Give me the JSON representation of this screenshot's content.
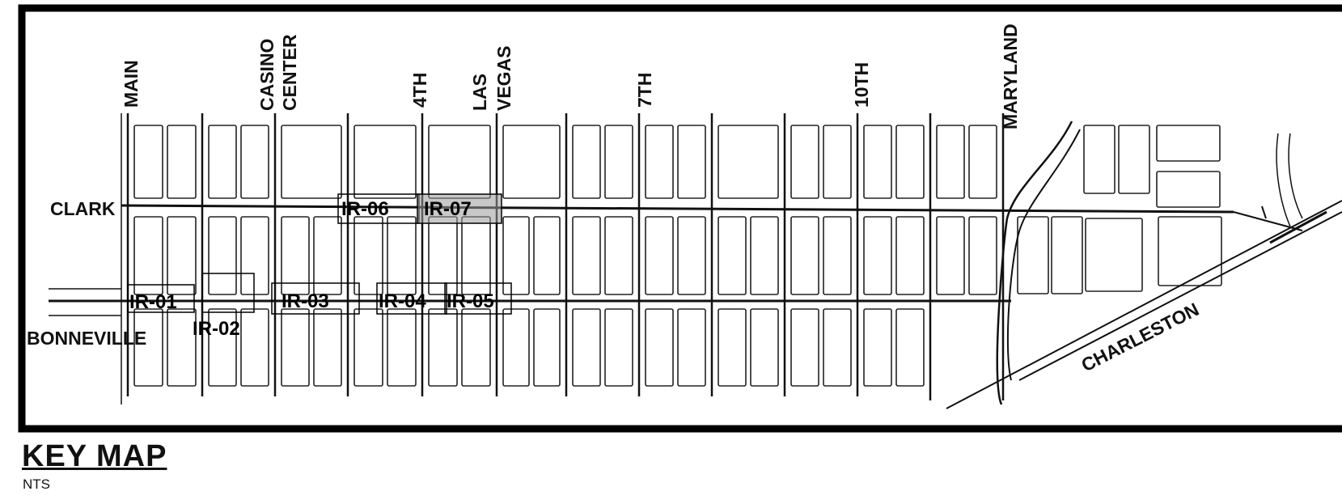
{
  "vertical_streets": [
    {
      "key": "main",
      "lines": [
        "MAIN"
      ]
    },
    {
      "key": "casino",
      "lines": [
        "CASINO",
        "CENTER"
      ]
    },
    {
      "key": "fourth",
      "lines": [
        "4TH"
      ]
    },
    {
      "key": "lasvegas",
      "lines": [
        "LAS",
        "VEGAS"
      ]
    },
    {
      "key": "seventh",
      "lines": [
        "7TH"
      ]
    },
    {
      "key": "tenth",
      "lines": [
        "10TH"
      ]
    },
    {
      "key": "maryland",
      "lines": [
        "MARYLAND"
      ]
    }
  ],
  "horizontal_streets": {
    "clark": "CLARK",
    "bonneville": "BONNEVILLE",
    "charleston": "CHARLESTON"
  },
  "sheet_tags": [
    "IR-01",
    "IR-02",
    "IR-03",
    "IR-04",
    "IR-05",
    "IR-06",
    "IR-07"
  ],
  "title": "KEY MAP",
  "scale_note": "NTS"
}
